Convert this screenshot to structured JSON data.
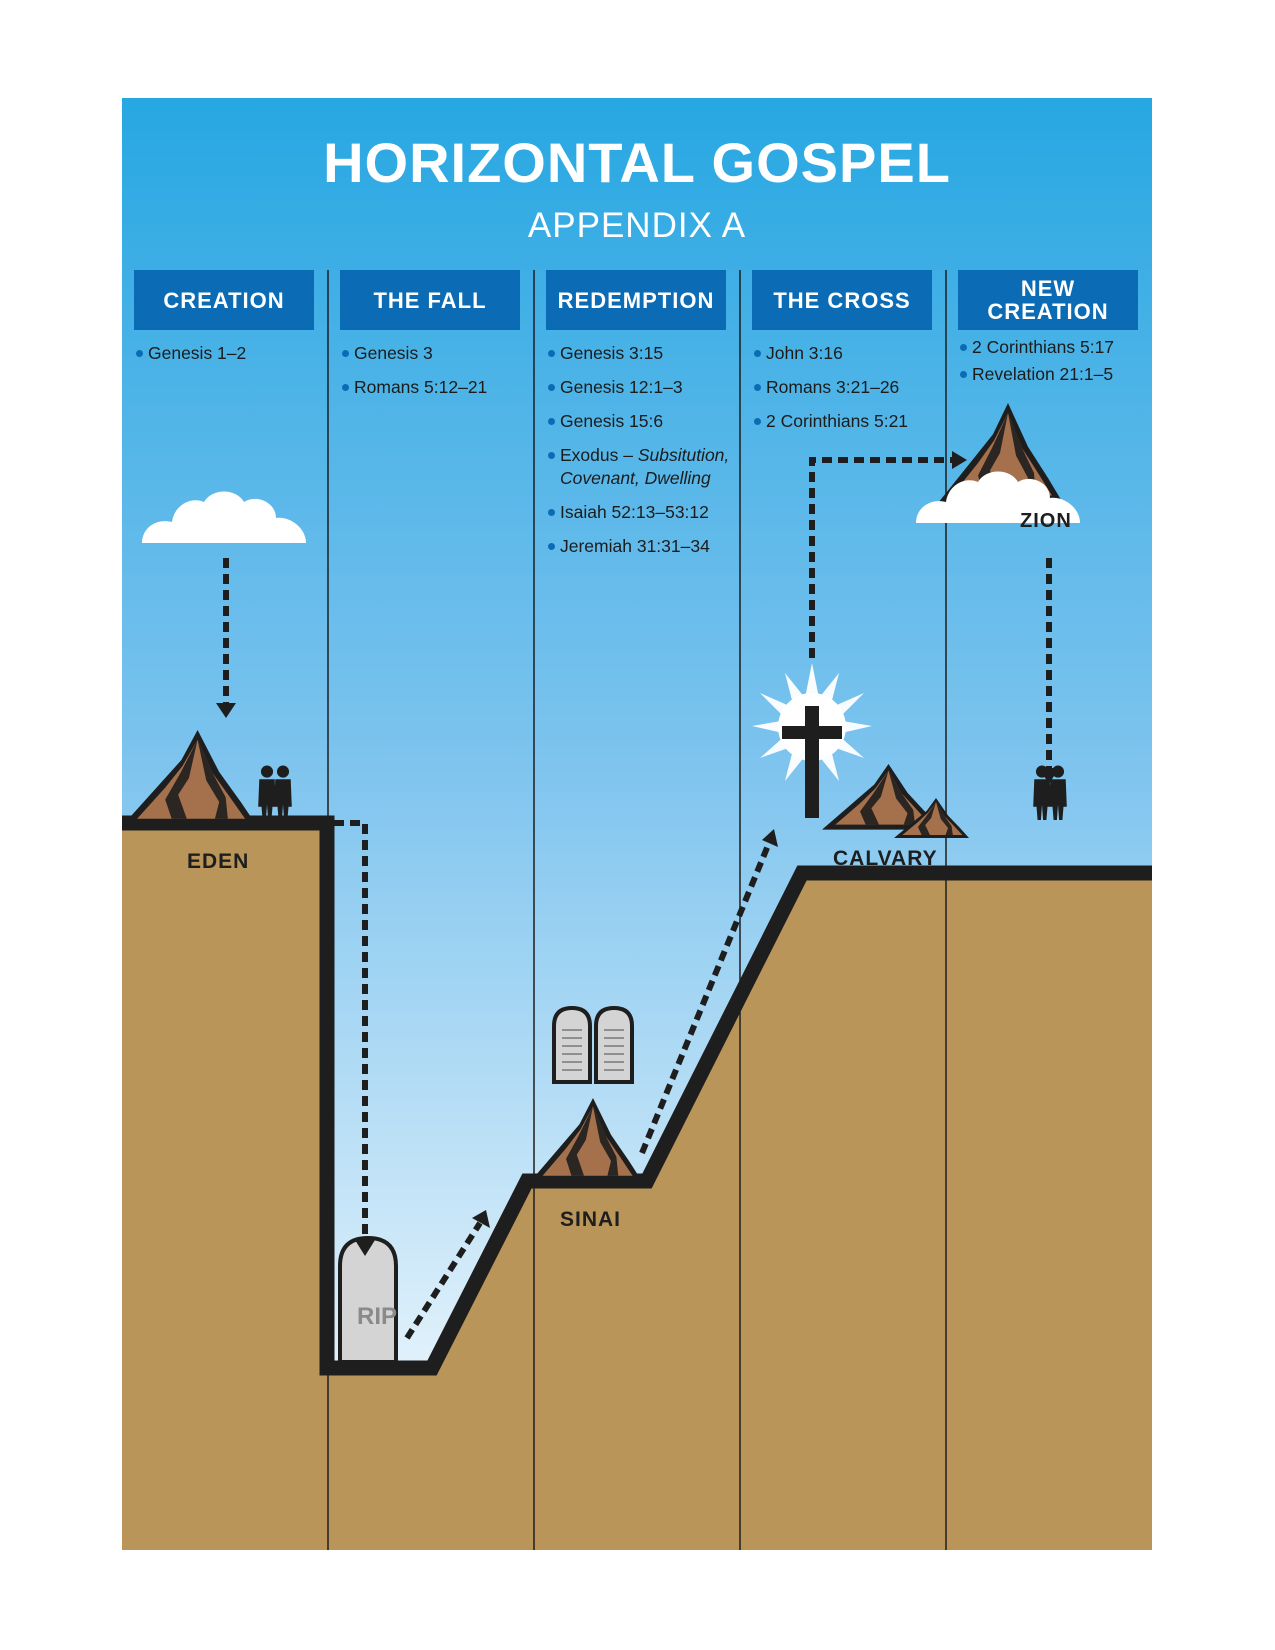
{
  "title": "HORIZONTAL GOSPEL",
  "subtitle": "APPENDIX A",
  "columns": [
    {
      "header": "CREATION",
      "refs": [
        {
          "text": "Genesis 1–2"
        }
      ]
    },
    {
      "header": "THE FALL",
      "refs": [
        {
          "text": "Genesis 3"
        },
        {
          "text": "Romans 5:12–21"
        }
      ]
    },
    {
      "header": "REDEMPTION",
      "refs": [
        {
          "text": "Genesis 3:15"
        },
        {
          "text": "Genesis 12:1–3"
        },
        {
          "text": "Genesis 15:6"
        },
        {
          "text": "Exodus – ",
          "italic": "Subsitution, Covenant, Dwelling"
        },
        {
          "text": "Isaiah 52:13–53:12"
        },
        {
          "text": "Jeremiah 31:31–34"
        }
      ]
    },
    {
      "header": "THE CROSS",
      "refs": [
        {
          "text": "John 3:16"
        },
        {
          "text": "Romans 3:21–26"
        },
        {
          "text": "2 Corinthians 5:21"
        }
      ]
    },
    {
      "header": "NEW\nCREATION",
      "refs": [
        {
          "text": "2 Corinthians 5:17"
        },
        {
          "text": "Revelation 21:1–5"
        }
      ]
    }
  ],
  "places": {
    "eden": "EDEN",
    "sinai": "SINAI",
    "calvary": "CALVARY",
    "zion": "ZION"
  },
  "grave_label": "RIP",
  "colors": {
    "sky_top": "#27a7e2",
    "sky_bottom": "#ffffff",
    "header_bg": "#0b6cb5",
    "ground": "#b99559",
    "outline": "#1e1e1e",
    "mountain": "#a5704c"
  },
  "icons": [
    "cloud-icon",
    "mountain-icon",
    "people-icon",
    "tombstone-icon",
    "tablets-icon",
    "cross-icon",
    "arrow-icon"
  ]
}
